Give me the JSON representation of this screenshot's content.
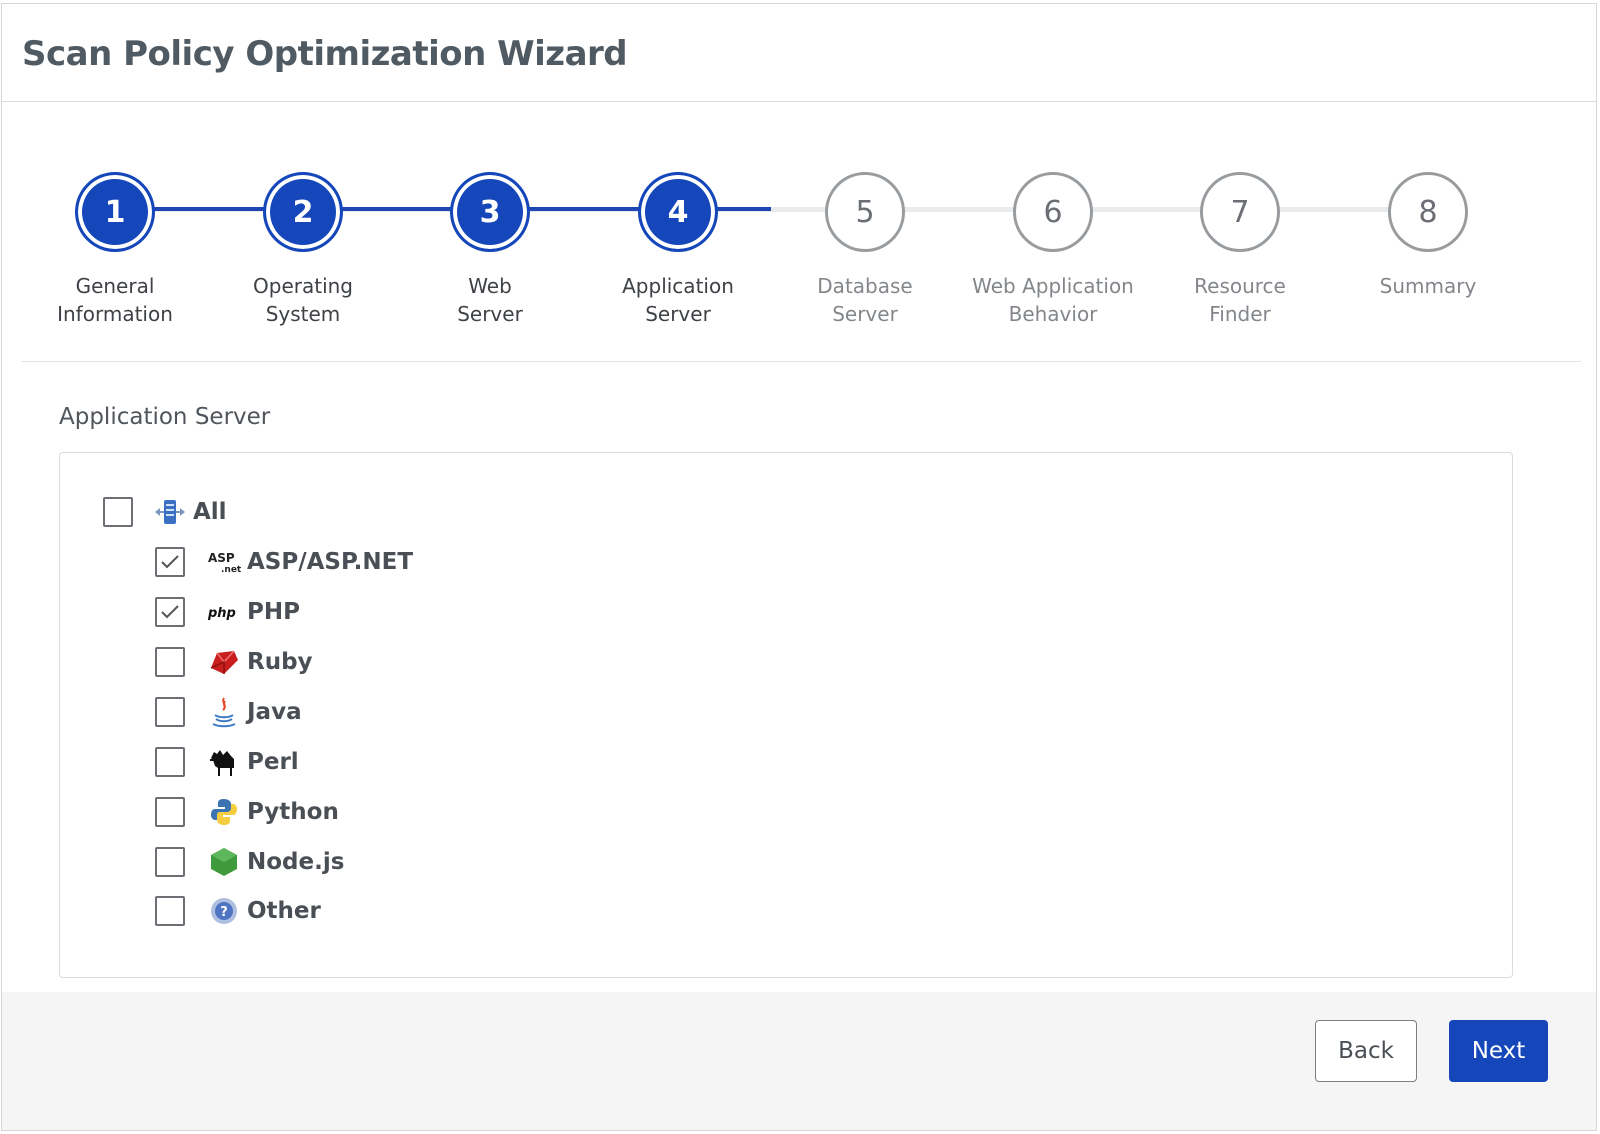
{
  "header": {
    "title": "Scan Policy Optimization Wizard"
  },
  "steps": [
    {
      "number": "1",
      "line1": "General",
      "line2": "Information",
      "state": "complete"
    },
    {
      "number": "2",
      "line1": "Operating",
      "line2": "System",
      "state": "complete"
    },
    {
      "number": "3",
      "line1": "Web",
      "line2": "Server",
      "state": "complete"
    },
    {
      "number": "4",
      "line1": "Application",
      "line2": "Server",
      "state": "current"
    },
    {
      "number": "5",
      "line1": "Database",
      "line2": "Server",
      "state": "pending"
    },
    {
      "number": "6",
      "line1": "Web Application",
      "line2": "Behavior",
      "state": "pending"
    },
    {
      "number": "7",
      "line1": "Resource",
      "line2": "Finder",
      "state": "pending"
    },
    {
      "number": "8",
      "line1": "Summary",
      "line2": "",
      "state": "pending"
    }
  ],
  "section": {
    "title": "Application Server"
  },
  "options": {
    "all": {
      "label": "All",
      "checked": false,
      "icon": "server-icon"
    },
    "items": [
      {
        "label": "ASP/ASP.NET",
        "checked": true,
        "icon": "aspnet-icon"
      },
      {
        "label": "PHP",
        "checked": true,
        "icon": "php-icon"
      },
      {
        "label": "Ruby",
        "checked": false,
        "icon": "ruby-icon"
      },
      {
        "label": "Java",
        "checked": false,
        "icon": "java-icon"
      },
      {
        "label": "Perl",
        "checked": false,
        "icon": "perl-icon"
      },
      {
        "label": "Python",
        "checked": false,
        "icon": "python-icon"
      },
      {
        "label": "Node.js",
        "checked": false,
        "icon": "nodejs-icon"
      },
      {
        "label": "Other",
        "checked": false,
        "icon": "question-icon"
      }
    ]
  },
  "footer": {
    "back_label": "Back",
    "next_label": "Next"
  },
  "colors": {
    "primary": "#1547ba",
    "pending_border": "#999c9f",
    "footer_bg": "#f5f5f6"
  }
}
